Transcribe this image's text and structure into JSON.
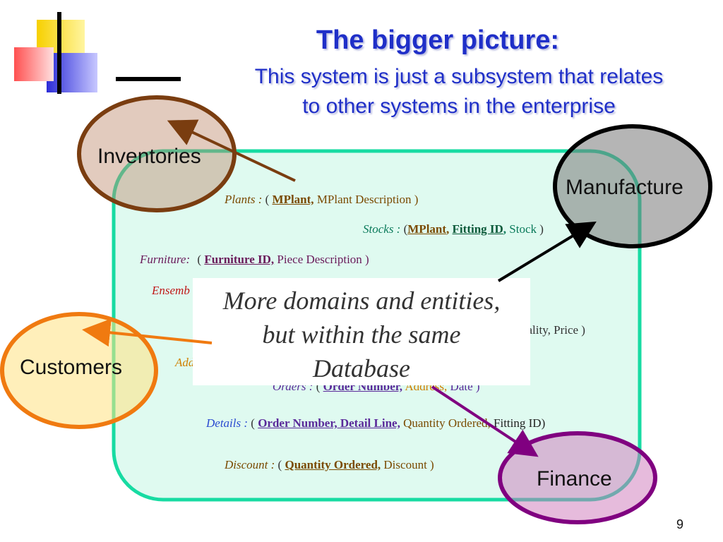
{
  "slide": {
    "title": "The bigger picture:",
    "subtitle_line1": "This system is just a subsystem that relates",
    "subtitle_line2": "to other systems in the enterprise",
    "page_number": "9"
  },
  "schema": {
    "plants": {
      "name": "Plants :",
      "open": "(",
      "key": "MPlant,",
      "rest": "MPlant  Description )"
    },
    "stocks": {
      "name": "Stocks :",
      "open": "(",
      "key1": "MPlant",
      "comma1": ",",
      "key2": "Fitting ID",
      "comma2": ",",
      "rest": "Stock",
      "close": ")"
    },
    "furniture": {
      "name": "Furniture:",
      "open": "(",
      "key": "Furniture ID,",
      "rest": "Piece Description )"
    },
    "ensembles": {
      "visible": "Ensemb"
    },
    "fittings_tail": {
      "visible": "uality, Price )"
    },
    "addresses": {
      "visible": "Add"
    },
    "orders": {
      "name": "Orders :",
      "open": "(",
      "key": "Order Number,",
      "addr": "Address,",
      "rest": "Date )"
    },
    "details": {
      "name": "Details :",
      "open": "(",
      "key": "Order Number, Detail Line,",
      "qty": "Quantity Ordered,",
      "rest": "Fitting ID)"
    },
    "discount": {
      "name": "Discount :",
      "open": "(",
      "key": "Quantity Ordered,",
      "rest": "Discount )"
    }
  },
  "callout": {
    "line1": "More domains and entities,",
    "line2": "but within the same",
    "line3": "Database"
  },
  "systems": {
    "inventories": "Inventories",
    "manufacture": "Manufacture",
    "customers": "Customers",
    "finance": "Finance"
  },
  "colors": {
    "title": "#1f2fc8",
    "database_border": "#17dba2",
    "database_fill": "#dffaf0",
    "inventories_border": "#7a3d10",
    "manufacture_border": "#000000",
    "customers_border": "#f07a10",
    "finance_border": "#800080"
  }
}
